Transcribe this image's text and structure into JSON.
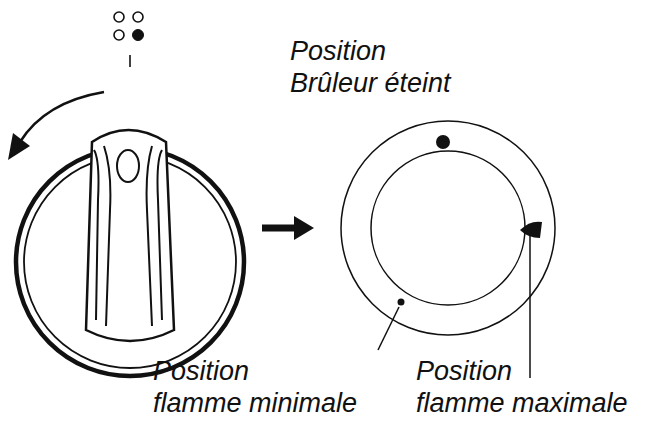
{
  "diagram": {
    "labels": [
      "Position Brûleur éteint",
      "Position flamme minimale",
      "Position flamme maximale"
    ]
  }
}
